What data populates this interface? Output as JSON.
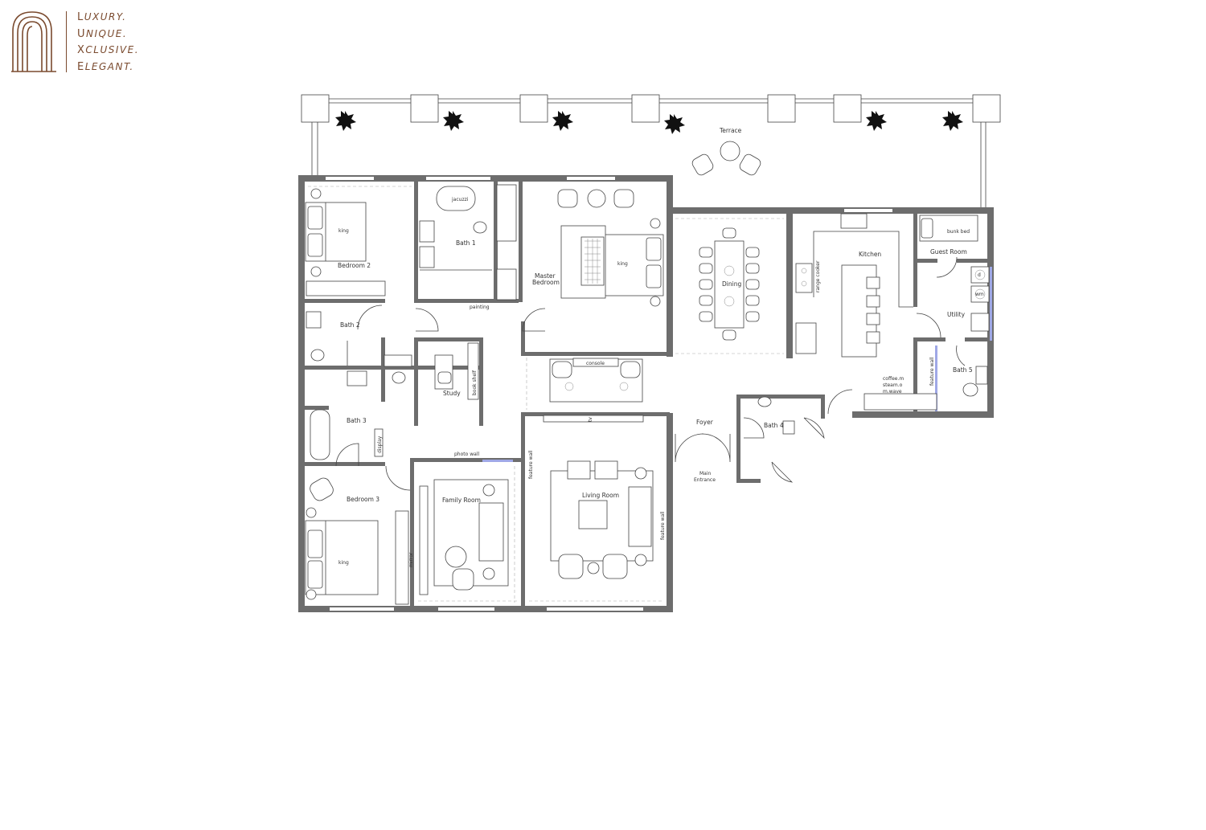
{
  "brand": {
    "lines": [
      {
        "initial": "L",
        "rest": "UXURY."
      },
      {
        "initial": "U",
        "rest": "NIQUE."
      },
      {
        "initial": "X",
        "rest": "CLUSIVE."
      },
      {
        "initial": "E",
        "rest": "LEGANT."
      }
    ],
    "logo_color": "#7a4a2e"
  },
  "rooms": {
    "terrace": "Terrace",
    "bedroom2": "Bedroom 2",
    "bath1": "Bath 1",
    "master_line1": "Master",
    "master_line2": "Bedroom",
    "dining": "Dining",
    "kitchen": "Kitchen",
    "guest_room": "Guest Room",
    "utility": "Utility",
    "bath2": "Bath 2",
    "study": "Study",
    "bath3": "Bath 3",
    "bath4": "Bath 4",
    "bath5": "Bath 5",
    "foyer": "Foyer",
    "main_entrance_line1": "Main",
    "main_entrance_line2": "Entrance",
    "bedroom3": "Bedroom 3",
    "family_room": "Family Room",
    "living_room": "Living Room"
  },
  "fixtures": {
    "jacuzzi": "jacuzzi",
    "king": "king",
    "bunk_bed": "bunk bed",
    "range_cooker": "range cooker",
    "painting": "painting",
    "console": "console",
    "book_shelf": "book shelf",
    "display": "display",
    "photo_wall": "photo wall",
    "feature_wall": "feature wall",
    "mirror": "mirror",
    "coffee_line1": "coffee.m",
    "coffee_line2": "steam.o",
    "coffee_line3": "m.wave",
    "washer": "d",
    "dryer": "wm",
    "tv": "tv"
  },
  "colors": {
    "walls": "#6d6d6d",
    "brand": "#7a4a2e",
    "glass": "#9fa8e6"
  }
}
